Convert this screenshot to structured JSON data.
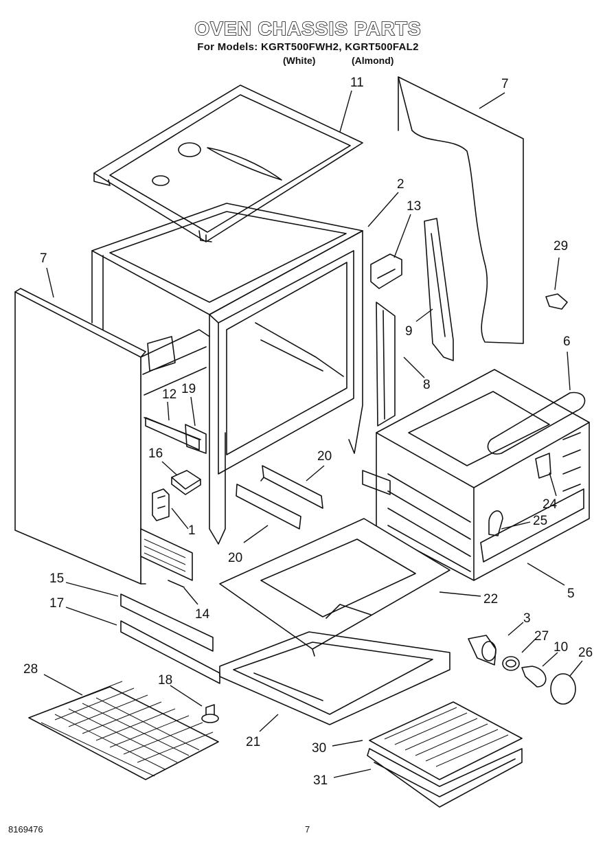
{
  "header": {
    "title": "OVEN CHASSIS PARTS",
    "models_line": "For Models: KGRT500FWH2, KGRT500FAL2",
    "variant_white": "(White)",
    "variant_almond": "(Almond)"
  },
  "footer": {
    "doc_number": "8169476",
    "page_number": "7"
  },
  "callouts": [
    {
      "id": "11",
      "label": "11"
    },
    {
      "id": "7a",
      "label": "7"
    },
    {
      "id": "7b",
      "label": "7"
    },
    {
      "id": "2",
      "label": "2"
    },
    {
      "id": "13",
      "label": "13"
    },
    {
      "id": "29",
      "label": "29"
    },
    {
      "id": "9",
      "label": "9"
    },
    {
      "id": "6",
      "label": "6"
    },
    {
      "id": "8",
      "label": "8"
    },
    {
      "id": "12",
      "label": "12"
    },
    {
      "id": "19",
      "label": "19"
    },
    {
      "id": "16",
      "label": "16"
    },
    {
      "id": "20a",
      "label": "20"
    },
    {
      "id": "1",
      "label": "1"
    },
    {
      "id": "24",
      "label": "24"
    },
    {
      "id": "25",
      "label": "25"
    },
    {
      "id": "20b",
      "label": "20"
    },
    {
      "id": "15",
      "label": "15"
    },
    {
      "id": "5",
      "label": "5"
    },
    {
      "id": "22",
      "label": "22"
    },
    {
      "id": "14",
      "label": "14"
    },
    {
      "id": "17",
      "label": "17"
    },
    {
      "id": "3",
      "label": "3"
    },
    {
      "id": "27",
      "label": "27"
    },
    {
      "id": "10",
      "label": "10"
    },
    {
      "id": "26",
      "label": "26"
    },
    {
      "id": "28",
      "label": "28"
    },
    {
      "id": "18",
      "label": "18"
    },
    {
      "id": "21",
      "label": "21"
    },
    {
      "id": "30",
      "label": "30"
    },
    {
      "id": "31",
      "label": "31"
    }
  ]
}
